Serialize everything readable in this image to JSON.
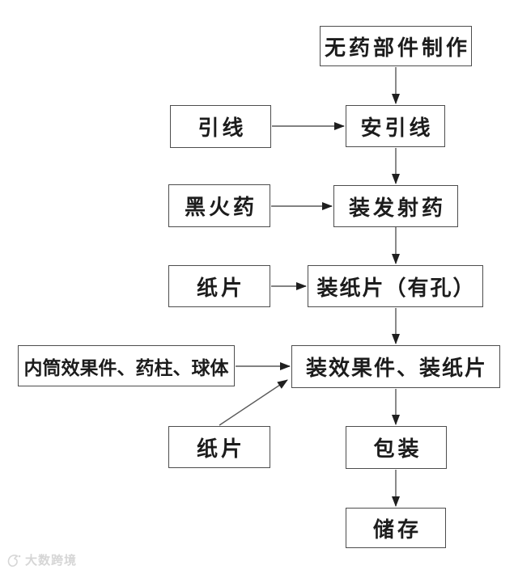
{
  "diagram": {
    "nodes": [
      {
        "id": "inert-parts-production",
        "label": "无药部件制作"
      },
      {
        "id": "fuse",
        "label": "引线"
      },
      {
        "id": "install-fuse",
        "label": "安引线"
      },
      {
        "id": "black-powder",
        "label": "黑火药"
      },
      {
        "id": "load-propellant",
        "label": "装发射药"
      },
      {
        "id": "paper-piece-1",
        "label": "纸片"
      },
      {
        "id": "install-paper-with-holes",
        "label": "装纸片（有孔）"
      },
      {
        "id": "inner-tube-effect-parts",
        "label": "内筒效果件、药柱、球体"
      },
      {
        "id": "install-effect-parts-and-paper",
        "label": "装效果件、装纸片"
      },
      {
        "id": "paper-piece-2",
        "label": "纸片"
      },
      {
        "id": "packaging",
        "label": "包装"
      },
      {
        "id": "storage",
        "label": "储存"
      }
    ],
    "edges": [
      {
        "from": "inert-parts-production",
        "to": "install-fuse"
      },
      {
        "from": "fuse",
        "to": "install-fuse"
      },
      {
        "from": "install-fuse",
        "to": "load-propellant"
      },
      {
        "from": "black-powder",
        "to": "load-propellant"
      },
      {
        "from": "load-propellant",
        "to": "install-paper-with-holes"
      },
      {
        "from": "paper-piece-1",
        "to": "install-paper-with-holes"
      },
      {
        "from": "install-paper-with-holes",
        "to": "install-effect-parts-and-paper"
      },
      {
        "from": "inner-tube-effect-parts",
        "to": "install-effect-parts-and-paper"
      },
      {
        "from": "paper-piece-2",
        "to": "install-effect-parts-and-paper"
      },
      {
        "from": "install-effect-parts-and-paper",
        "to": "packaging"
      },
      {
        "from": "packaging",
        "to": "storage"
      }
    ],
    "colors": {
      "background": "#ffffff",
      "box_border": "#4d4d4d",
      "box_fill": "#ffffff",
      "text": "#1c1c1c",
      "line": "#595959",
      "arrowhead": "#1f1f1f",
      "watermark": "#d6d6d6"
    },
    "watermark": {
      "brand": "大数跨境"
    }
  }
}
